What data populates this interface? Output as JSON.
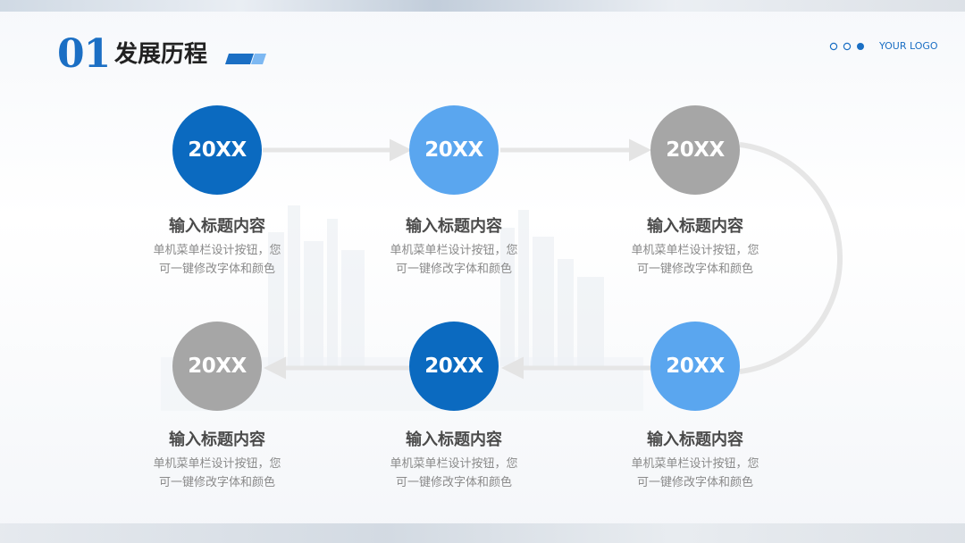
{
  "header": {
    "number": "01",
    "title": "发展历程"
  },
  "logo": {
    "text": "YOUR LOGO"
  },
  "colors": {
    "primary": "#0b6ac0",
    "light": "#5aa6ef",
    "gray": "#a6a6a6",
    "connector": "#e4e4e4"
  },
  "steps": [
    {
      "year": "20XX",
      "title": "输入标题内容",
      "desc_line1": "单机菜单栏设计按钮，您",
      "desc_line2": "可一键修改字体和颜色",
      "color": "#0b6ac0"
    },
    {
      "year": "20XX",
      "title": "输入标题内容",
      "desc_line1": "单机菜单栏设计按钮，您",
      "desc_line2": "可一键修改字体和颜色",
      "color": "#5aa6ef"
    },
    {
      "year": "20XX",
      "title": "输入标题内容",
      "desc_line1": "单机菜单栏设计按钮，您",
      "desc_line2": "可一键修改字体和颜色",
      "color": "#a6a6a6"
    },
    {
      "year": "20XX",
      "title": "输入标题内容",
      "desc_line1": "单机菜单栏设计按钮，您",
      "desc_line2": "可一键修改字体和颜色",
      "color": "#5aa6ef"
    },
    {
      "year": "20XX",
      "title": "输入标题内容",
      "desc_line1": "单机菜单栏设计按钮，您",
      "desc_line2": "可一键修改字体和颜色",
      "color": "#0b6ac0"
    },
    {
      "year": "20XX",
      "title": "输入标题内容",
      "desc_line1": "单机菜单栏设计按钮，您",
      "desc_line2": "可一键修改字体和颜色",
      "color": "#a6a6a6"
    }
  ]
}
